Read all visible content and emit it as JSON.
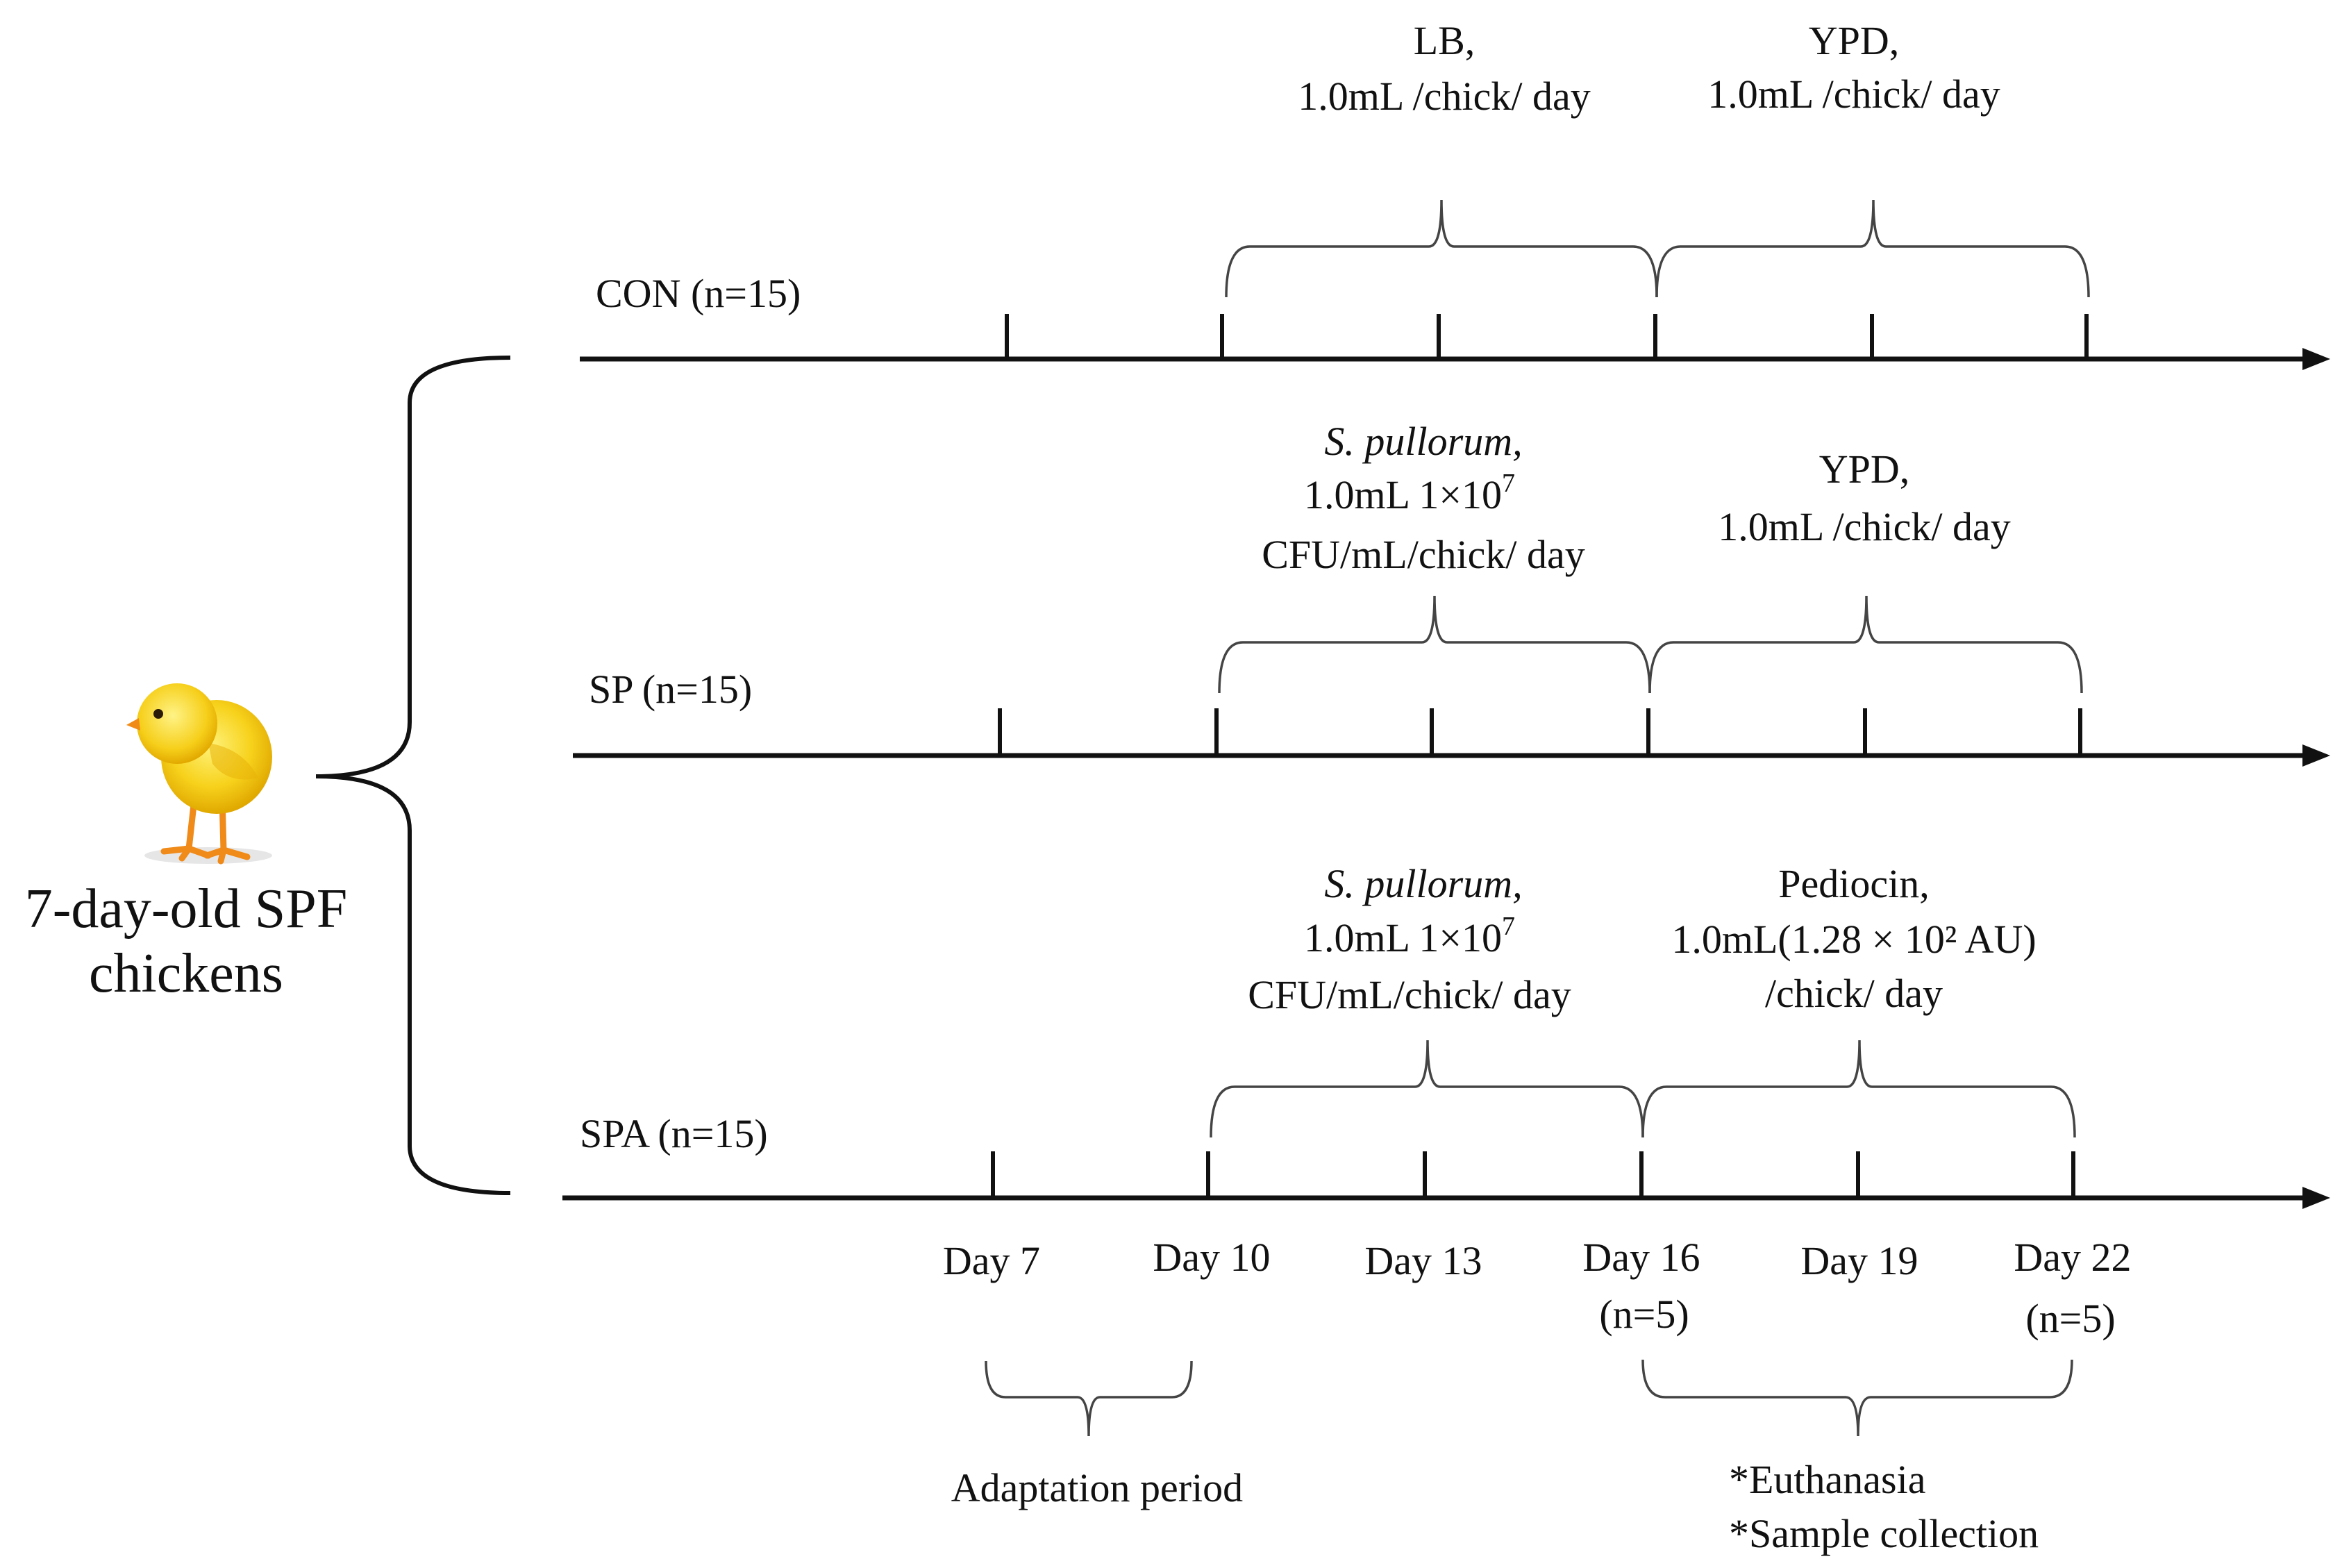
{
  "subjects": {
    "label_line1": "7-day-old SPF",
    "label_line2": "chickens",
    "icon": "chick-icon"
  },
  "groups": [
    {
      "label": "CON (n=15)",
      "treatment1": {
        "lines": [
          "LB,",
          "1.0mL /chick/ day"
        ]
      },
      "treatment2": {
        "lines": [
          "YPD,",
          "1.0mL /chick/ day"
        ]
      }
    },
    {
      "label": "SP (n=15)",
      "treatment1": {
        "italic": "S. pullorum,",
        "line2_prefix": "1.0mL 1×10",
        "line2_sup": "7",
        "line3": "CFU/mL/chick/ day"
      },
      "treatment2": {
        "lines": [
          "YPD,",
          "1.0mL /chick/ day"
        ]
      }
    },
    {
      "label": "SPA (n=15)",
      "treatment1": {
        "italic": "S. pullorum,",
        "line2_prefix": "1.0mL 1×10",
        "line2_sup": "7",
        "line3": "CFU/mL/chick/ day"
      },
      "treatment2": {
        "lines": [
          "Pediocin,",
          "1.0mL(1.28 × 10² AU)",
          "/chick/ day"
        ]
      }
    }
  ],
  "days": [
    "Day 7",
    "Day 10",
    "Day 13",
    "Day 16",
    "Day 19",
    "Day 22"
  ],
  "day_notes": {
    "day16": "(n=5)",
    "day22": "(n=5)"
  },
  "periods": {
    "adaptation": "Adaptation period",
    "endpoint_line1": "*Euthanasia",
    "endpoint_line2": "*Sample collection"
  }
}
